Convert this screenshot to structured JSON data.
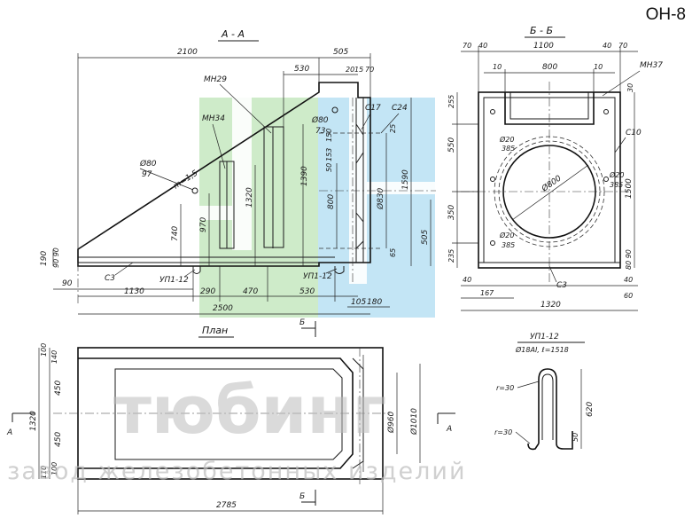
{
  "code": "ОН-8",
  "views": {
    "section_aa": "А - А",
    "section_bb": "Б - Б",
    "plan": "План",
    "bar": "УП1-12",
    "bar_spec": "Ø18АI, ℓ=1518"
  },
  "marks": {
    "mn29": "МН29",
    "mn34": "МН34",
    "mn37": "МН37",
    "s3": "С3",
    "s10": "С10",
    "s17": "С17",
    "s24": "С24",
    "up1": "УП1-12",
    "up2": "УП1-12"
  },
  "dims": {
    "d2100": "2100",
    "d505": "505",
    "d530": "530",
    "d20": "20",
    "d15": "15",
    "d70": "70",
    "d80_97": "Ø80",
    "d97": "97",
    "d80_73": "Ø80",
    "d73": "73",
    "slope": "m=1,5",
    "d740": "740",
    "d970": "970",
    "d1320": "1320",
    "d1390": "1390",
    "d800": "800",
    "d830": "Ø830",
    "d1590": "1590",
    "d505v": "505",
    "d150": "150",
    "d153": "153",
    "d50": "50",
    "d25": "25",
    "d65": "65",
    "d90": "90",
    "d1130": "1130",
    "d290": "290",
    "d470": "470",
    "d530b": "530",
    "d2500": "2500",
    "d105": "105",
    "d180": "180",
    "d190": "190",
    "d9090": "90 90",
    "bb70a": "70",
    "bb40a": "40",
    "bb1100": "1100",
    "bb40b": "40",
    "bb70b": "70",
    "bb10a": "10",
    "bb800": "800",
    "bb10b": "10",
    "bb30": "30",
    "bb255": "255",
    "bb550": "550",
    "bb350": "350",
    "bb235": "235",
    "bb1500": "1500",
    "bb8090": "80 90",
    "bbo20a": "Ø20",
    "bb385a": "385",
    "bbo20b": "Ø20",
    "bb385b": "385",
    "bbo20c": "Ø20",
    "bb385c": "385",
    "bb800d": "Ø800",
    "bb40c": "40",
    "bb167": "167",
    "bb40d": "40",
    "bb60": "60",
    "bb1320": "1320",
    "pl1320": "1320",
    "pl450a": "450",
    "pl450b": "450",
    "pl100a": "100",
    "pl140a": "140",
    "pl110": "110",
    "pl100b": "100",
    "pl960": "Ø960",
    "pl1010": "Ø1010",
    "pl2785": "2785",
    "plA1": "А",
    "plA2": "А",
    "plB1": "Б",
    "plB2": "Б",
    "bB1": "Б",
    "bB2": "Б",
    "r30a": "r=30",
    "r30b": "r=30",
    "bar620": "620",
    "bar50": "50"
  },
  "watermark": {
    "logo": "тюбинг",
    "tagline": "завод железобетонных изделий"
  },
  "colors": {
    "green": "#c6e8bf",
    "blue": "#b9e0f3",
    "line": "#1a1a1a",
    "watermark": "#bdbdbd"
  }
}
